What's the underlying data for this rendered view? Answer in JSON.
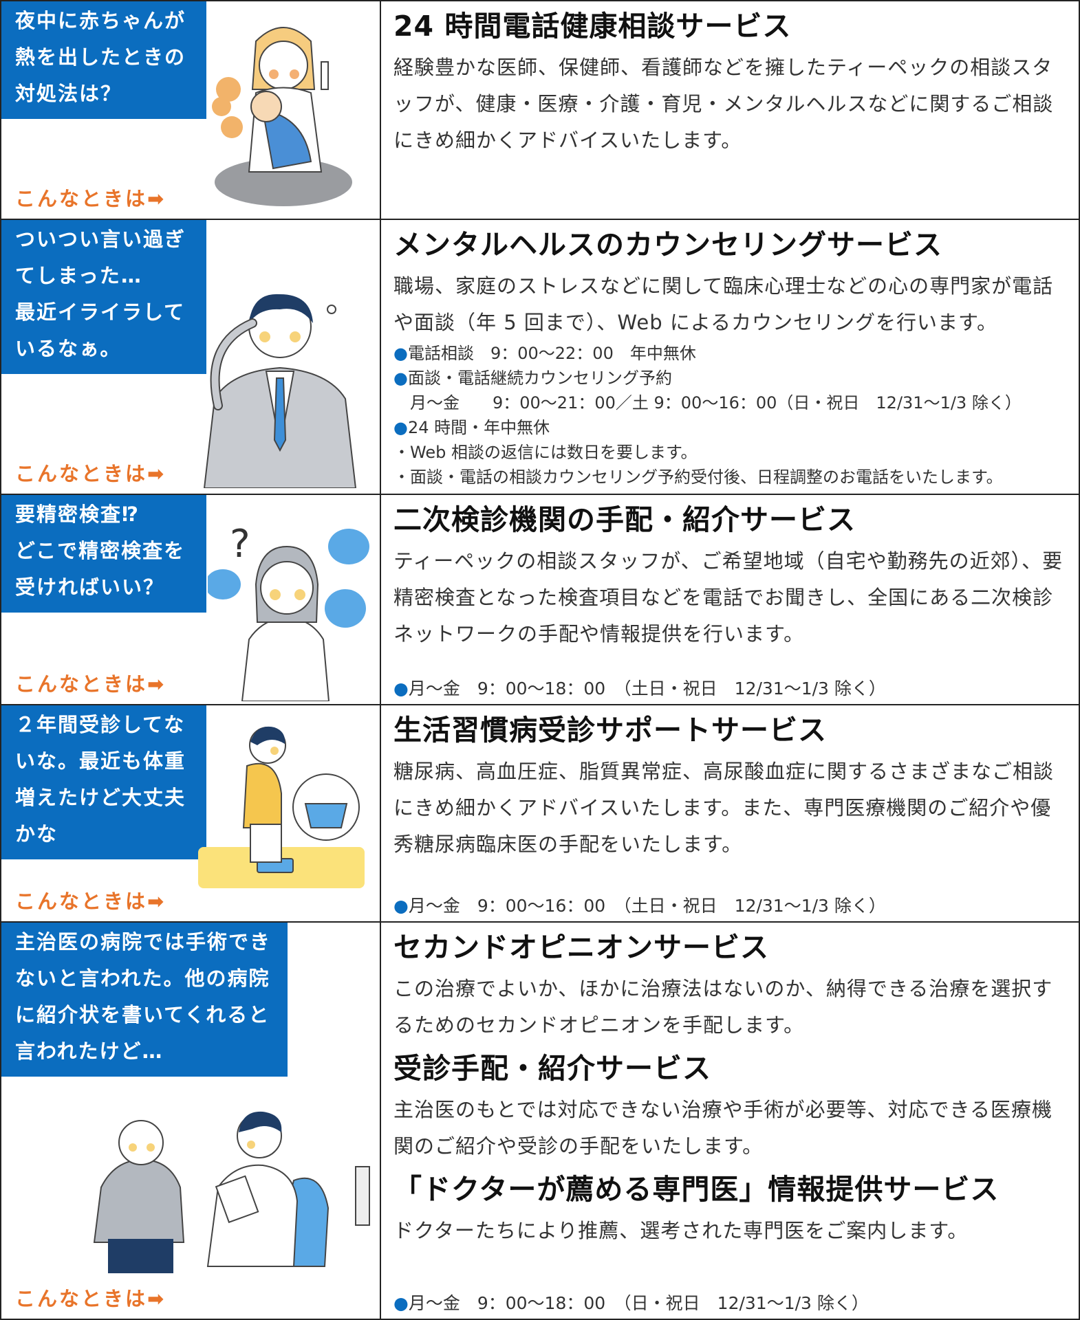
{
  "rows": [
    {
      "bubble": [
        "夜中に赤ちゃんが",
        "熱を出したときの",
        "対処法は？"
      ],
      "when": "こんなときは➡",
      "title": "24 時間電話健康相談サービス",
      "desc": "経験豊かな医師、保健師、看護師などを擁したティーペックの相談スタッフが、健康・医療・介護・育児・メンタルヘルスなどに関するご相談にきめ細かくアドバイスいたします。"
    },
    {
      "bubble": [
        "ついつい言い過ぎ",
        "てしまった…",
        "最近イライラして",
        "いるなぁ。"
      ],
      "when": "こんなときは➡",
      "title": "メンタルヘルスのカウンセリングサービス",
      "desc": "職場、家庭のストレスなどに関して臨床心理士などの心の専門家が電話や面談（年 5 回まで）、Web によるカウンセリングを行います。",
      "notes": [
        "●電話相談　9：00～22：00　年中無休",
        "●面談・電話継続カウンセリング予約",
        "　月～金　　9：00～21：00／土 9：00～16：00（日・祝日　12/31～1/3 除く）",
        "●24 時間・年中無休",
        "・Web 相談の返信には数日を要します。",
        "・面談・電話の相談カウンセリング予約受付後、日程調整のお電話をいたします。"
      ]
    },
    {
      "bubble": [
        "要精密検査⁉",
        "どこで精密検査を",
        "受ければいい？"
      ],
      "when": "こんなときは➡",
      "title": "二次検診機関の手配・紹介サービス",
      "desc": "ティーペックの相談スタッフが、ご希望地域（自宅や勤務先の近郊）、要精密検査となった検査項目などを電話でお聞きし、全国にある二次検診ネットワークの手配や情報提供を行います。",
      "hours": "●月～金　9：00～18：00　（土日・祝日　12/31～1/3 除く）"
    },
    {
      "bubble": [
        "２年間受診してな",
        "いな。最近も体重",
        "増えたけど大丈夫",
        "かな"
      ],
      "when": "こんなときは➡",
      "title": "生活習慣病受診サポートサービス",
      "desc": "糖尿病、高血圧症、脂質異常症、高尿酸血症に関するさまざまなご相談にきめ細かくアドバイスいたします。また、専門医療機関のご紹介や優秀糖尿病臨床医の手配をいたします。",
      "hours": "●月～金　9：00～16：00　（土日・祝日　12/31～1/3 除く）"
    },
    {
      "bubble": [
        "主治医の病院では手術でき",
        "ないと言われた。他の病院",
        "に紹介状を書いてくれると",
        "言われたけど…"
      ],
      "when": "こんなときは➡",
      "services": [
        {
          "title": "セカンドオピニオンサービス",
          "desc": "この治療でよいか、ほかに治療法はないのか、納得できる治療を選択するためのセカンドオピニオンを手配します。"
        },
        {
          "title": "受診手配・紹介サービス",
          "desc": "主治医のもとでは対応できない治療や手術が必要等、対応できる医療機関のご紹介や受診の手配をいたします。"
        },
        {
          "title": "「ドクターが薦める専門医」情報提供サービス",
          "desc": "ドクターたちにより推薦、選考された専門医をご案内します。"
        }
      ],
      "hours": "●月～金　9：00～18：00　（日・祝日　12/31～1/3 除く）"
    }
  ],
  "colors": {
    "bubble_bg": "#0b6dbf",
    "when_text": "#e8742a",
    "accent_blue": "#5aa9e6",
    "border": "#222222"
  },
  "icons": [
    "mother-baby-illustration",
    "stressed-man-illustration",
    "confused-woman-illustration",
    "woman-on-scale-illustration",
    "doctor-patient-illustration"
  ]
}
